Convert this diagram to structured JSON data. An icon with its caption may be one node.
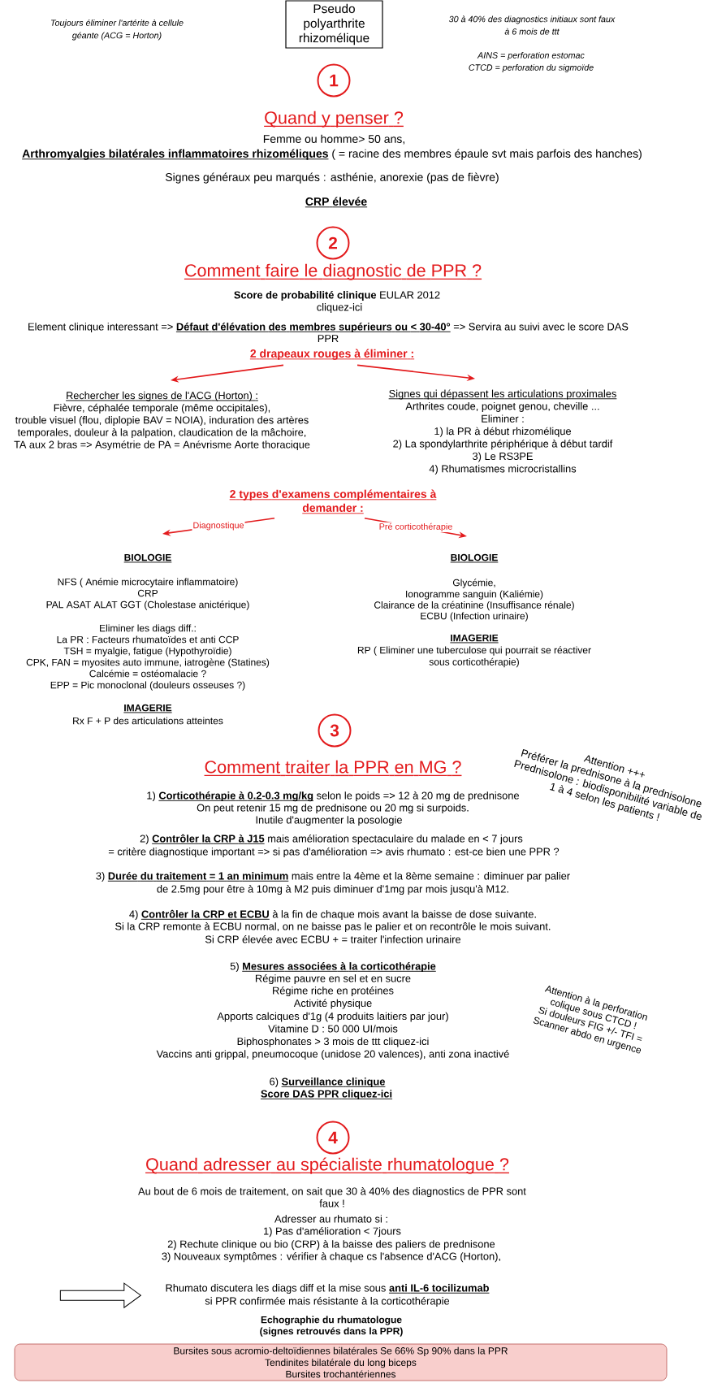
{
  "diagram": {
    "nodes": [
      {
        "text": [
          "Pseudo polyarthrite rhizomélique"
        ]
      },
      {
        "text": [
          "1"
        ],
        "beside": [
          "Quand y penser ?"
        ]
      },
      {
        "text": [
          "2"
        ],
        "beside": [
          "Comment faire le diagnostic de PPR ?"
        ]
      },
      {
        "text": [
          "2 drapeaux rouges à éliminer :"
        ]
      },
      {
        "text": [
          "Rechercher les signes de l'ACG (Horton) :",
          "Fièvre, céphalée temporale (même occipitales),",
          "trouble visuel (flou, diplopie BAV = NOIA), induration des artères temporales, douleur à la palpation, claudication de la mâchoire,",
          "TA aux 2 bras => Asymétrie de PA = Anévrisme Aorte thoracique"
        ]
      },
      {
        "text": [
          "Signes qui dépassent les articulations proximales",
          "Arthrites coude, poignet genou, cheville ...",
          "Eliminer :",
          "1) la PR à début rhizomélique",
          "2) La spondylarthrite périphérique à début tardif",
          "3) Le RS3PE",
          "4) Rhumatismes microcristallins"
        ]
      },
      {
        "text": [
          "2 types d'examens complémentaires à demander :"
        ]
      },
      {
        "text": [
          "BIOLOGIE",
          "NFS ( Anémie microcytaire inflammatoire)",
          "CRP",
          "PAL ASAT ALAT GGT (Cholestase anictérique)",
          "Eliminer les diags diff.:",
          "La PR : Facteurs rhumatoïdes et anti CCP",
          "TSH = myalgie, fatigue (Hypothyroïdie)",
          "CPK, FAN = myosites auto immune, iatrogène (Statines)",
          "Calcémie = ostéomalacie ?",
          "EPP = Pic monoclonal (douleurs osseuses ?)",
          "IMAGERIE",
          "Rx F + P des articulations atteintes"
        ]
      },
      {
        "text": [
          "BIOLOGIE",
          "Glycémie,",
          "Ionogramme sanguin (Kaliémie)",
          "Clairance de la créatinine (Insuffisance rénale)",
          "ECBU (Infection urinaire)",
          "IMAGERIE",
          "RP ( Eliminer une tuberculose qui pourrait se réactiver sous corticothérapie)"
        ]
      },
      {
        "text": [
          "3"
        ],
        "beside": [
          "Comment traiter la PPR en MG ?"
        ]
      },
      {
        "text": [
          "4"
        ],
        "beside": [
          "Quand adresser au spécialiste rhumatologue ?"
        ]
      },
      {
        "text": [
          "Rhumato discutera les diags diff et la mise sous **anti IL-6 tocilizumab**",
          "si PPR confirmée mais résistante à la corticothérapie"
        ]
      },
      {
        "text": [
          "Echographie du rhumatologue (signes retrouvés dans la PPR)",
          "Bursites sous acromio-deltoïdiennes bilatérales Se 66% Sp 90% dans la PPR",
          "Tendinites bilatérale du long biceps",
          "Bursites trochantériennes"
        ]
      }
    ],
    "edges": [
      {
        "from": 3,
        "to": 4,
        "arrow": "to"
      },
      {
        "from": 3,
        "to": 5,
        "arrow": "to"
      },
      {
        "from": 6,
        "to": 7,
        "arrow": "to",
        "label": "Diagnostique"
      },
      {
        "from": 6,
        "to": 8,
        "arrow": "to",
        "label": "Pré corticothérapie"
      },
      {
        "from": null,
        "to": 11,
        "arrow": "to",
        "style": "thick",
        "color": "#000000"
      }
    ],
    "labels": [
      "Toujours éliminer l'artérite à cellule géante (ACG = Horton)",
      "30 à 40% des diagnostics initiaux sont faux à 6 mois de ttt",
      "AINS = perforation estomac",
      "CTCD = perforation du sigmoïde",
      "Femme ou homme> 50 ans,",
      "**Arthromyalgies bilatérales inflammatoires rhizoméliques** ( = racine des membres épaule svt mais parfois des hanches)",
      "Signes généraux peu marqués : asthénie, anorexie (pas de fièvre)",
      "CRP élevée",
      "**Score de probabilité clinique** EULAR 2012",
      "cliquez-ici",
      "Element clinique interessant => **Défaut d'élévation des membres supérieurs ou < 30-40°** => Servira au suivi avec le score DAS PPR",
      "Attention +++",
      "Préférer la prednisone à la prednisolone",
      "Prednisolone : biodisponibilité variable de 1 à 4 selon les patients !",
      "1) **Corticothérapie à 0.2-0.3 mg/kg** selon le poids => 12 à 20 mg de prednisone",
      "On peut retenir 15 mg de prednisone ou 20 mg si surpoids.",
      "Inutile d'augmenter la posologie",
      "2) **Contrôler la CRP à J15** mais amélioration spectaculaire du malade en < 7 jours",
      "= critère diagnostique important => si pas d'amélioration => avis rhumato : est-ce bien une PPR ?",
      "3) **Durée du traitement = 1 an minimum** mais entre la 4ème et la 8ème semaine : diminuer par palier de 2.5mg pour être à 10mg à M2 puis diminuer d'1mg par mois jusqu'à M12.",
      "4) **Contrôler la CRP et ECBU** à la fin de chaque mois avant la baisse de dose suivante.",
      "Si la CRP remonte à ECBU normal, on ne baisse pas le palier et on recontrôle le mois suivant.",
      "Si CRP élevée avec ECBU + = traiter l'infection urinaire",
      "5) **Mesures associées à la corticothérapie**",
      "Régime pauvre en sel et en sucre",
      "Régime riche en protéines",
      "Activité physique",
      "Apports calciques d'1g (4 produits laitiers par jour)",
      "Vitamine D : 50 000 UI/mois",
      "Biphosphonates > 3 mois de ttt cliquez-ici",
      "Vaccins anti grippal, pneumocoque (unidose 20 valences), anti zona inactivé",
      "Attention à la perforation colique sous CTCD !",
      "Si douleurs FIG +/- TFI = Scanner abdo en urgence",
      "6) **Surveillance clinique**",
      "Score DAS PPR cliquez-ici",
      "Au bout de 6 mois de traitement, on sait que 30 à 40% des diagnostics de PPR sont faux !",
      "Adresser au rhumato si :",
      "1) Pas d'amélioration < 7jours",
      "2) Rechute clinique ou bio (CRP) à la baisse des paliers de prednisone",
      "3) Nouveaux symptômes : vérifier à chaque cs l'absence d'ACG (Horton),"
    ]
  }
}
